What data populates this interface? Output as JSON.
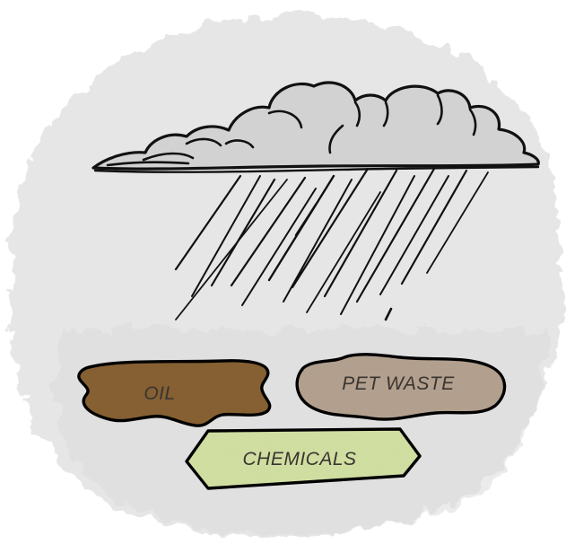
{
  "labels": {
    "oil": "OIL",
    "pet_waste": "PET WASTE",
    "chemicals": "CHEMICALS"
  },
  "colors": {
    "background_wash": "#e6e6e6",
    "cloud_fill": "#d2d2d2",
    "outline": "#111111",
    "oil_fill": "#8a6335",
    "pet_waste_fill": "#b7a493",
    "chemicals_fill": "#d6e4a6",
    "label_text": "#3a3530"
  },
  "icons": [
    "watercolor-wash",
    "rain-cloud-icon",
    "rain-streaks",
    "oil-puddle-icon",
    "pet-waste-puddle-icon",
    "chemicals-puddle-icon"
  ]
}
